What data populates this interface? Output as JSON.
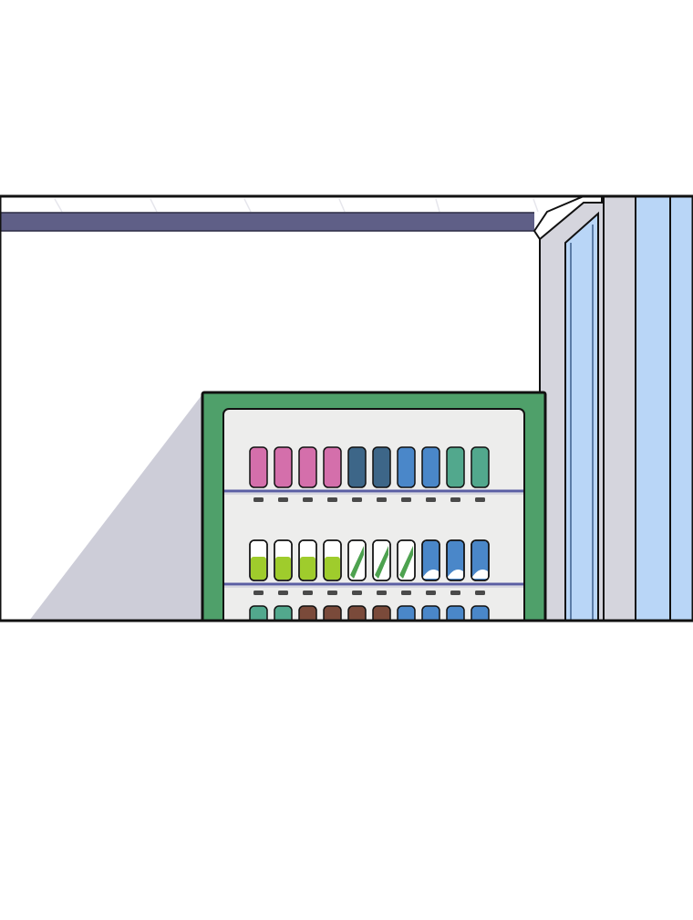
{
  "colors": {
    "page_background": "#ffffff",
    "outline": "#111111",
    "ceiling_beam": "#5f5f87",
    "wall": "#ffffff",
    "shadow": "#cdcdd8",
    "door_frame": "#d5d5dd",
    "glass": "#b9d6f7",
    "glass_edge": "#3c5f8c",
    "machine_body": "#4fa06a",
    "machine_interior": "#ededec",
    "shelf_rail": "#5a5ea3",
    "shelf_button": "#4a4a4a"
  },
  "vending_machine": {
    "rows": [
      {
        "cans": [
          {
            "color": "#d46fab",
            "style": "solid"
          },
          {
            "color": "#d46fab",
            "style": "solid"
          },
          {
            "color": "#d46fab",
            "style": "solid"
          },
          {
            "color": "#d46fab",
            "style": "solid"
          },
          {
            "color": "#3d6688",
            "style": "solid"
          },
          {
            "color": "#3d6688",
            "style": "solid"
          },
          {
            "color": "#4a87c9",
            "style": "solid"
          },
          {
            "color": "#4a87c9",
            "style": "solid"
          },
          {
            "color": "#52a88d",
            "style": "solid"
          },
          {
            "color": "#52a88d",
            "style": "solid"
          }
        ]
      },
      {
        "cans": [
          {
            "color": "#9fcc2c",
            "style": "lower-fill"
          },
          {
            "color": "#9fcc2c",
            "style": "lower-fill"
          },
          {
            "color": "#9fcc2c",
            "style": "lower-fill"
          },
          {
            "color": "#9fcc2c",
            "style": "lower-fill"
          },
          {
            "color": "#4da24f",
            "style": "diagonal-stripe"
          },
          {
            "color": "#4da24f",
            "style": "diagonal-stripe"
          },
          {
            "color": "#4da24f",
            "style": "diagonal-stripe"
          },
          {
            "color": "#4a87c9",
            "style": "wave"
          },
          {
            "color": "#4a87c9",
            "style": "wave"
          },
          {
            "color": "#4a87c9",
            "style": "wave"
          }
        ]
      },
      {
        "cans": [
          {
            "color": "#52a88d",
            "style": "solid"
          },
          {
            "color": "#52a88d",
            "style": "solid"
          },
          {
            "color": "#7a4a3a",
            "style": "solid"
          },
          {
            "color": "#7a4a3a",
            "style": "solid"
          },
          {
            "color": "#7a4a3a",
            "style": "solid"
          },
          {
            "color": "#7a4a3a",
            "style": "solid"
          },
          {
            "color": "#4a87c9",
            "style": "solid"
          },
          {
            "color": "#4a87c9",
            "style": "solid"
          },
          {
            "color": "#4a87c9",
            "style": "solid"
          },
          {
            "color": "#4a87c9",
            "style": "solid"
          }
        ]
      }
    ]
  }
}
